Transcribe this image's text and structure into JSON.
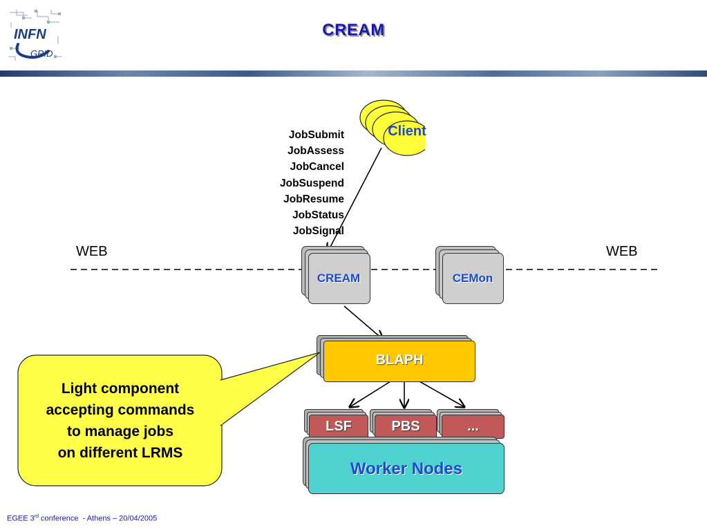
{
  "header": {
    "title": "CREAM",
    "logo": {
      "text_top": "INFN",
      "text_bottom": "GRID"
    }
  },
  "diagram": {
    "client_label": "Client",
    "commands": [
      "JobSubmit",
      "JobAssess",
      "JobCancel",
      "JobSuspend",
      "JobResume",
      "JobStatus",
      "JobSignal"
    ],
    "web_left": "WEB",
    "web_right": "WEB",
    "cream_box": "CREAM",
    "cemon_box": "CEMon",
    "blaph_box": "BLAPH",
    "lrms_boxes": [
      "LSF",
      "PBS",
      "..."
    ],
    "worker_nodes": "Worker Nodes",
    "callout_lines": [
      "Light component",
      "accepting commands",
      "to manage jobs",
      "on different LRMS"
    ]
  },
  "colors": {
    "title_blue": "#1a1aa8",
    "client_yellow": "#ffff3a",
    "box_gray": "#c8c8c8",
    "blaph_gold": "#ffc800",
    "lrms_red": "#c05a5a",
    "worker_teal": "#4fd2cf",
    "callout_yellow": "#ffff4a"
  },
  "footer": {
    "prefix": "EGEE 3",
    "sup": "rd",
    "rest": " conference  - Athens – 20/04/2005"
  }
}
